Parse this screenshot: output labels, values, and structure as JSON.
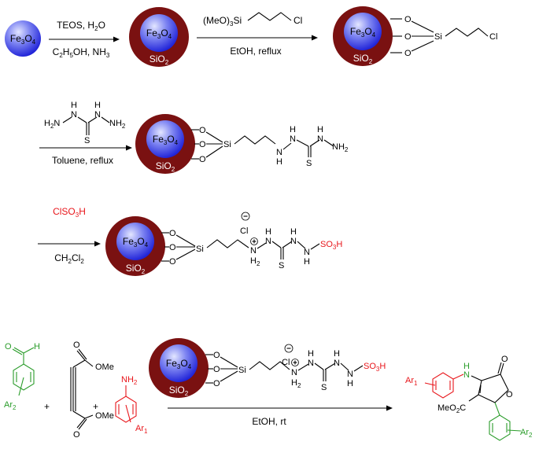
{
  "colors": {
    "shell": "#7a1111",
    "core_light": "#d7dcff",
    "core_dark": "#1f22d8",
    "reagent_red": "#e8161b",
    "aryl_green": "#2a9c2a"
  },
  "nanoparticle": {
    "core_label": "Fe3O4",
    "shell_label": "SiO2"
  },
  "step1": {
    "start_label": "Fe3O4",
    "reagent_top": "TEOS, H2O",
    "reagent_bottom": "C2H5OH, NH3"
  },
  "step2": {
    "reagent_top": "(MeO)3Si",
    "reagent_top_cl": "Cl",
    "reagent_bottom": "EtOH, reflux"
  },
  "step3": {
    "reagent_bottom": "Toluene,  reflux"
  },
  "step4": {
    "reagent_top": "ClSO3H",
    "reagent_bottom": "CH2Cl2"
  },
  "step5": {
    "plus": "+",
    "reagent_bottom": "EtOH, rt"
  },
  "atoms": {
    "O": "O",
    "Si": "Si",
    "Cl": "Cl",
    "Cl_minus": "Cl",
    "N": "N",
    "H": "H",
    "H2N": "H2N",
    "NH2": "NH2",
    "S": "S",
    "SO3H": "SO3H",
    "H2": "H2",
    "OMe": "OMe",
    "MeO2C": "MeO2C",
    "Ar1": "Ar1",
    "Ar2": "Ar2"
  }
}
